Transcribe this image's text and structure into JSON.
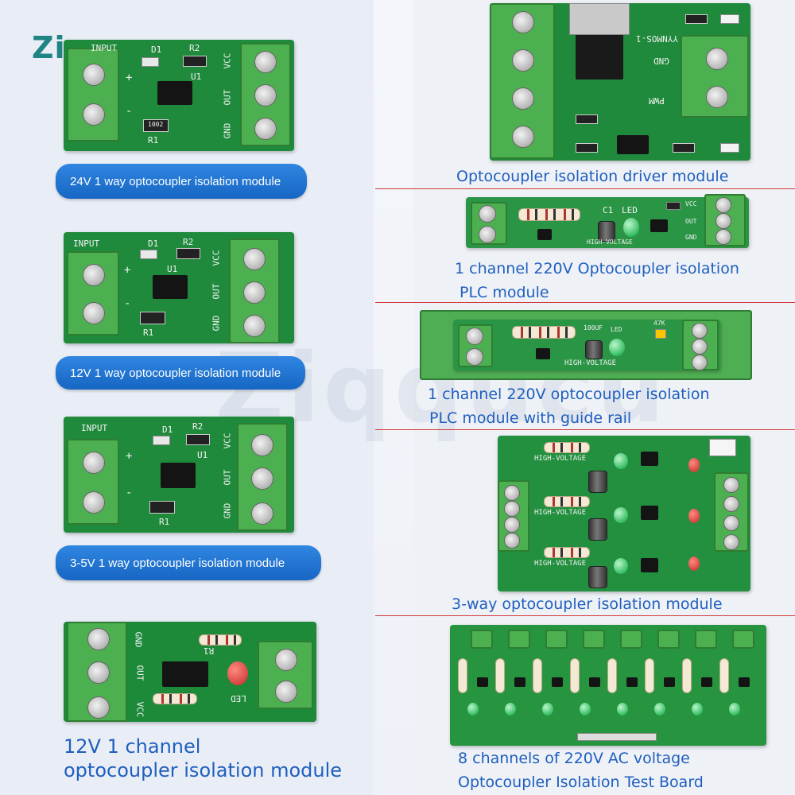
{
  "brand": {
    "logo_text": "Ziqqucu",
    "watermark_text": "Ziqqucu"
  },
  "left_modules": [
    {
      "caption": "24V 1 way optocoupler isolation module"
    },
    {
      "caption": "12V 1 way optocoupler isolation module"
    },
    {
      "caption": "3-5V 1 way optocoupler isolation module"
    },
    {
      "caption_line1": "12V 1 channel",
      "caption_line2": "optocoupler isolation module"
    }
  ],
  "right_modules": [
    {
      "caption_line1": "Optocoupler isolation driver module"
    },
    {
      "caption_line1": "1 channel 220V Optocoupler isolation",
      "caption_line2": "PLC module"
    },
    {
      "caption_line1": "1 channel 220V optocoupler isolation",
      "caption_line2": "PLC module with guide rail"
    },
    {
      "caption_line1": "3-way optocoupler isolation module"
    },
    {
      "caption_line1": "8 channels of 220V AC voltage",
      "caption_line2": "Optocoupler Isolation Test Board"
    }
  ],
  "silkscreen": {
    "input": "INPUT",
    "plus": "+",
    "minus": "-",
    "vcc": "VCC",
    "out": "OUT",
    "gnd": "GND",
    "d1": "D1",
    "r1": "R1",
    "r2": "R2",
    "u1": "U1",
    "r_val": "1002",
    "pwm": "PWM",
    "yynmos": "YYNMOS-1",
    "led": "LED",
    "c1": "C1",
    "high_voltage": "HIGH-VOLTAGE",
    "cap_val": "100UF",
    "r_47k": "47K"
  },
  "colors": {
    "pcb": "#1f8a3c",
    "terminal": "#4caf50",
    "pill": "#1f74d4",
    "caption": "#1f5fbf",
    "divider": "#d23a3a"
  }
}
